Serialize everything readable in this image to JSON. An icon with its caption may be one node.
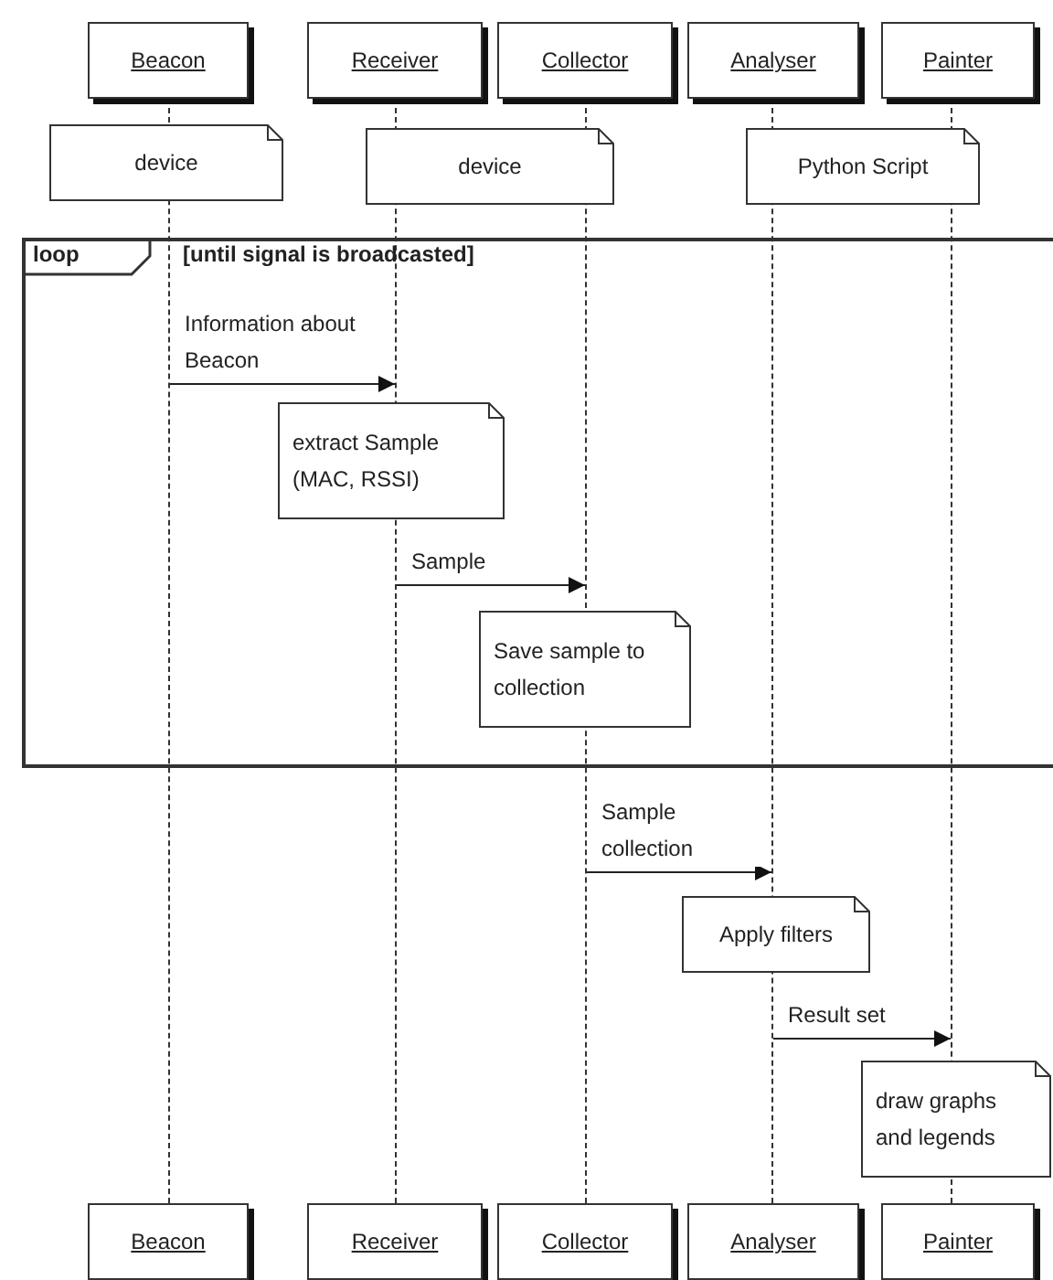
{
  "diagram": {
    "nodes": [
      {
        "text": [
          "Beacon"
        ]
      },
      {
        "text": [
          "Receiver"
        ]
      },
      {
        "text": [
          "Collector"
        ]
      },
      {
        "text": [
          "Analyser"
        ]
      },
      {
        "text": [
          "Painter"
        ]
      },
      {
        "text": [],
        "shape": "line"
      },
      {
        "text": [],
        "shape": "line"
      },
      {
        "text": [],
        "shape": "line"
      },
      {
        "text": [],
        "shape": "line"
      },
      {
        "text": [],
        "shape": "line"
      },
      {
        "text": [
          "device"
        ]
      },
      {
        "text": [
          "device"
        ]
      },
      {
        "text": [
          "Python Script"
        ]
      },
      {
        "text": [
          "loop",
          "[until signal is broadcasted]"
        ]
      },
      {
        "text": [
          "extract Sample (MAC, RSSI)"
        ],
        "in": 13
      },
      {
        "text": [
          "Save sample to collection"
        ],
        "in": 13
      },
      {
        "text": [
          "Apply filters"
        ]
      },
      {
        "text": [
          "draw graphs and legends"
        ]
      },
      {
        "text": [
          "Beacon"
        ]
      },
      {
        "text": [
          "Receiver"
        ]
      },
      {
        "text": [
          "Collector"
        ]
      },
      {
        "text": [
          "Analyser"
        ]
      },
      {
        "text": [
          "Painter"
        ]
      }
    ],
    "edges": [
      {
        "from": 5,
        "to": 6,
        "arrow": "to",
        "label": "Information about Beacon"
      },
      {
        "from": 6,
        "to": 7,
        "arrow": "to",
        "label": "Sample"
      },
      {
        "from": 7,
        "to": 8,
        "arrow": "to",
        "label": "Sample collection"
      },
      {
        "from": 8,
        "to": 9,
        "arrow": "to",
        "label": "Result set"
      }
    ]
  }
}
